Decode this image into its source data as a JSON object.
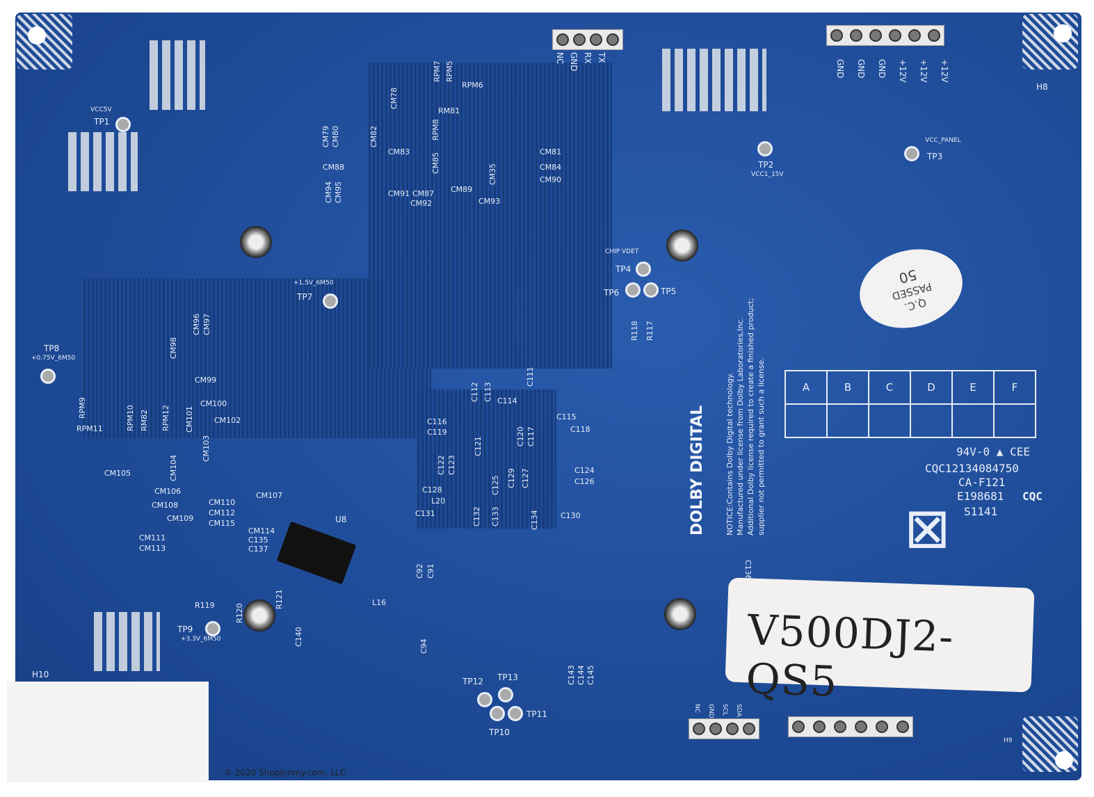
{
  "sticker_model": "V500DJ2-QS5",
  "copyright": "© 2020 ShopJimmy.com, LLC",
  "qc_sticker": {
    "line1": "Q.C.",
    "line2": "PASSED",
    "line3": "50"
  },
  "connector_top_small": [
    "NC",
    "GND",
    "RX",
    "TX"
  ],
  "connector_top_power": [
    "GND",
    "GND",
    "GND",
    "+12V",
    "+12V",
    "+12V"
  ],
  "connector_bottom_small": [
    "NC",
    "GND",
    "SCL",
    "SDA"
  ],
  "grid_letters": [
    "A",
    "B",
    "C",
    "D",
    "E",
    "F"
  ],
  "dolby_logo": "DOLBY DIGITAL",
  "notice": [
    "NOTICE:Contains Dolby Digital technology.",
    "Manufactured under license from Dolby Laboratories,Inc.",
    "Additional Dolby license required to create a finished product;",
    "supplier not permitted to grant such a license."
  ],
  "certification": {
    "rating": "94V-0 ▲ CEE",
    "cqc_no": "CQC12134084750",
    "ca": "CA-F121",
    "ul": "E198681",
    "code": "S1141",
    "cqc": "CQC"
  },
  "test_points": {
    "tp1": "TP1",
    "tp1_net": "VCC5V",
    "tp2": "TP2",
    "tp2_net": "VCC1_15V",
    "tp3": "TP3",
    "tp3_net": "VCC_PANEL",
    "tp4": "TP4",
    "tp4_net": "CHIP VDET",
    "tp5": "TP5",
    "tp6": "TP6",
    "tp7": "TP7",
    "tp7_net": "+1.5V_6M50",
    "tp8": "TP8",
    "tp8_net": "+0.75V_6M50",
    "tp9": "TP9",
    "tp9_net": "+3.3V_6M50",
    "tp10": "TP10",
    "tp11": "TP11",
    "tp12": "TP12",
    "tp13": "TP13"
  },
  "holes": {
    "h8": "H8",
    "h9": "H9",
    "h10": "H10"
  },
  "components": [
    "CM78",
    "CM79",
    "CM80",
    "CM82",
    "CM83",
    "CM85",
    "CM88",
    "CM94",
    "CM95",
    "CM91",
    "CM87",
    "CM92",
    "CM89",
    "CM35",
    "CM93",
    "CM81",
    "CM84",
    "CM90",
    "RPM7",
    "RPM5",
    "RPM6",
    "RM81",
    "RPM8",
    "R118",
    "R117",
    "CM96",
    "CM97",
    "CM98",
    "CM99",
    "CM101",
    "CM100",
    "CM102",
    "CM103",
    "CM104",
    "CM105",
    "CM106",
    "CM108",
    "CM109",
    "CM110",
    "CM112",
    "CM115",
    "CM107",
    "CM111",
    "CM113",
    "CM114",
    "C135",
    "C137",
    "RPM9",
    "RPM11",
    "RPM10",
    "RM82",
    "RPM12",
    "C112",
    "C113",
    "C111",
    "C114",
    "C115",
    "C118",
    "C116",
    "C119",
    "C121",
    "C120",
    "C117",
    "C122",
    "C123",
    "C124",
    "C126",
    "C128",
    "L20",
    "C131",
    "C132",
    "C133",
    "C134",
    "C130",
    "C125",
    "C129",
    "C127",
    "U8",
    "R121",
    "R119",
    "R120",
    "C140",
    "L16",
    "C92",
    "C91",
    "C94",
    "C143",
    "C144",
    "C145",
    "C136"
  ]
}
